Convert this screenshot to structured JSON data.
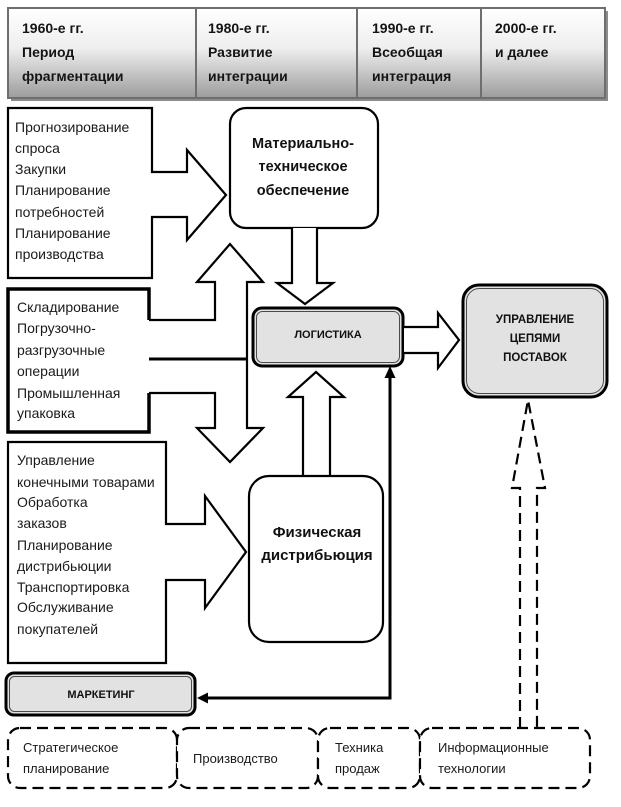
{
  "colors": {
    "highlight_node_fill": "#e2e2e2",
    "header_gradient_top": "#ffffff",
    "header_gradient_bottom": "#9c9c9c",
    "header_border": "#6e6e6e"
  },
  "timeline": {
    "columns": [
      {
        "lines": [
          "1960-е гг.",
          "Период",
          "фрагментации"
        ]
      },
      {
        "lines": [
          "1980-е гг.",
          "Развитие",
          "интеграции"
        ]
      },
      {
        "lines": [
          "1990-е гг.",
          "Всеобщая",
          "интеграция"
        ]
      },
      {
        "lines": [
          "2000-е гг.",
          "и далее"
        ]
      }
    ]
  },
  "function_groups": [
    {
      "lines": [
        "Прогнозирование",
        "спроса",
        "Закупки",
        "Планирование",
        "потребностей",
        "Планирование",
        "производства"
      ]
    },
    {
      "lines": [
        "Складирование",
        "Погрузочно-",
        "разгрузочные",
        "операции",
        "Промышленная",
        "упаковка"
      ]
    },
    {
      "lines": [
        "Управление",
        "конечными товарами",
        "Обработка",
        "заказов",
        "Планирование",
        "дистрибьюции",
        "Транспортировка",
        "Обслуживание",
        "покупателей"
      ]
    }
  ],
  "nodes": {
    "materials_management": {
      "lines": [
        "Материально-",
        "техническое",
        "обеспечение"
      ]
    },
    "physical_distribution": {
      "lines": [
        "Физическая",
        "дистрибьюция"
      ]
    },
    "logistics": {
      "label": "ЛОГИСТИКА"
    },
    "supply_chain_management": {
      "lines": [
        "УПРАВЛЕНИЕ",
        "ЦЕПЯМИ",
        "ПОСТАВОК"
      ]
    },
    "marketing": {
      "label": "МАРКЕТИНГ"
    }
  },
  "integration_areas": [
    {
      "lines": [
        "Стратегическое",
        "планирование"
      ]
    },
    {
      "lines": [
        "Производство"
      ]
    },
    {
      "lines": [
        "Техника",
        "продаж"
      ]
    },
    {
      "lines": [
        "Информационные",
        "технологии"
      ]
    }
  ]
}
